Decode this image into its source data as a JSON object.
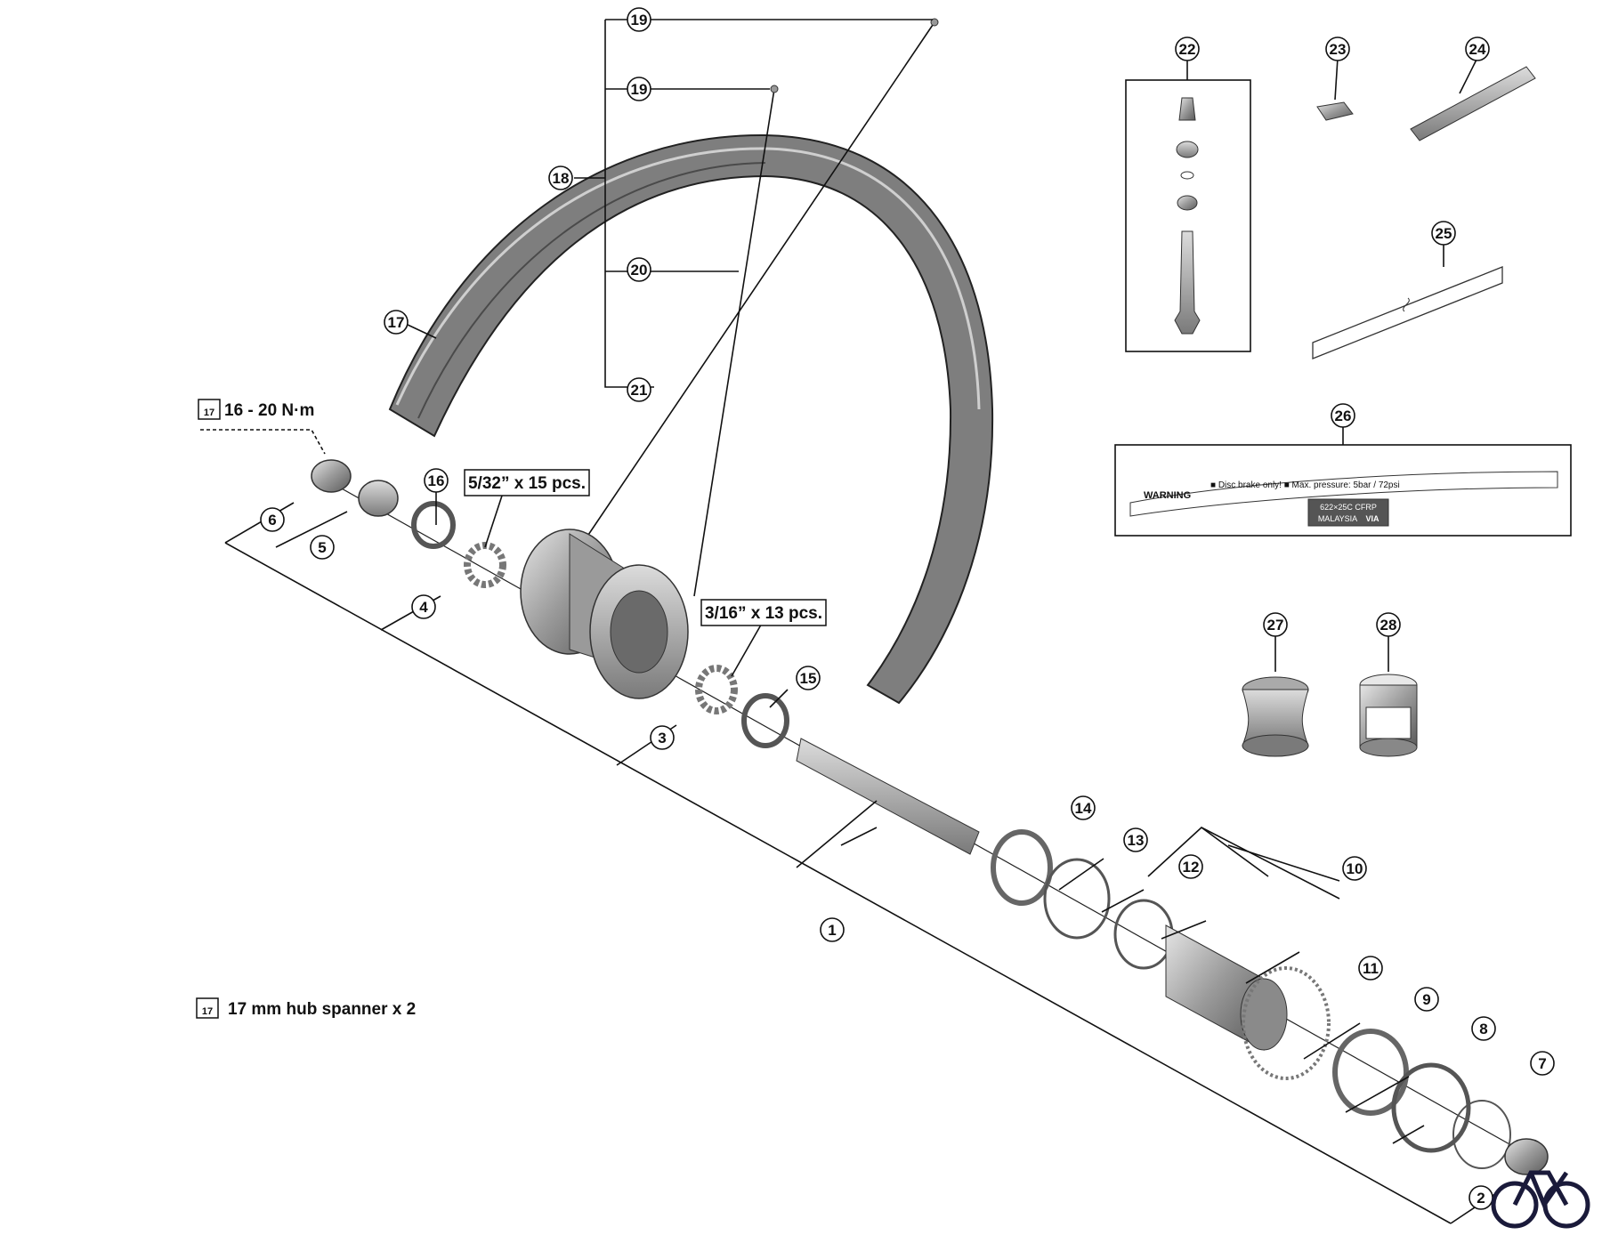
{
  "callouts": [
    "1",
    "2",
    "3",
    "4",
    "5",
    "6",
    "7",
    "8",
    "9",
    "10",
    "11",
    "12",
    "13",
    "14",
    "15",
    "16",
    "17",
    "18",
    "19",
    "19",
    "20",
    "21",
    "22",
    "23",
    "24",
    "25",
    "26",
    "27",
    "28"
  ],
  "labels": {
    "torque": "16 - 20 N·m",
    "balls_front": "5/32” x 15 pcs.",
    "balls_rear": "3/16” x 13 pcs.",
    "tool_note": "17 mm hub spanner x 2",
    "tool_icon_number": "17"
  },
  "decal": {
    "warning": "WARNING",
    "line1": "■ Disc brake only! ■ Max. pressure: 5bar / 72psi",
    "size": "622×25C CFRP",
    "origin": "MALAYSIA",
    "brand": "VIA"
  },
  "colors": {
    "line": "#111111",
    "part_fill": "#b8b8b8",
    "part_dark": "#6e6e6e",
    "accent": "#1a1a3a"
  },
  "icons": {
    "tool": "hub-spanner-icon",
    "logo": "bicycle-logo-icon"
  }
}
